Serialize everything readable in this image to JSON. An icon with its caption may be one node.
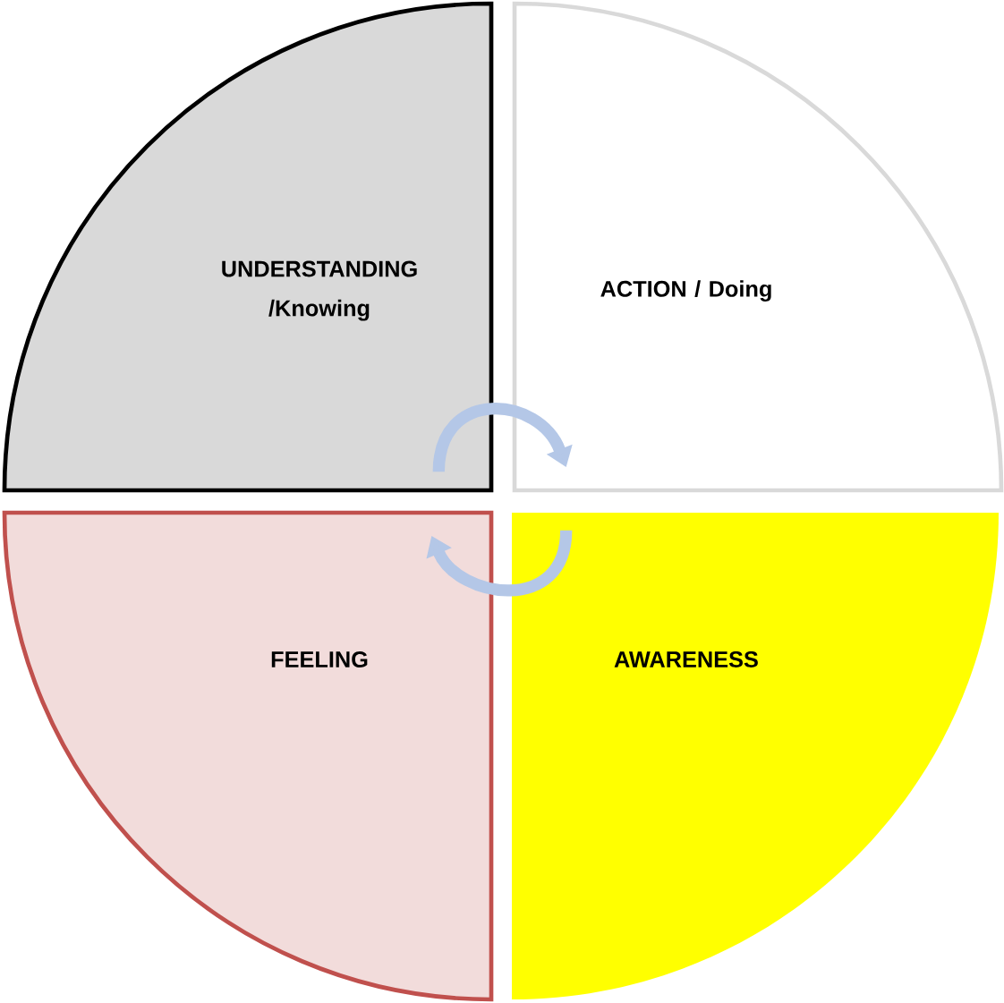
{
  "diagram": {
    "nodes": [
      {
        "text": [
          "UNDERSTANDING /Knowing"
        ]
      },
      {
        "text": [
          "ACTION / Doing"
        ]
      },
      {
        "text": [
          "FEELING"
        ]
      },
      {
        "text": [
          "AWARENESS"
        ]
      }
    ],
    "edges": [
      {
        "from": 0,
        "to": 1,
        "arrow": "to"
      },
      {
        "from": 3,
        "to": 2,
        "arrow": "to"
      }
    ]
  }
}
